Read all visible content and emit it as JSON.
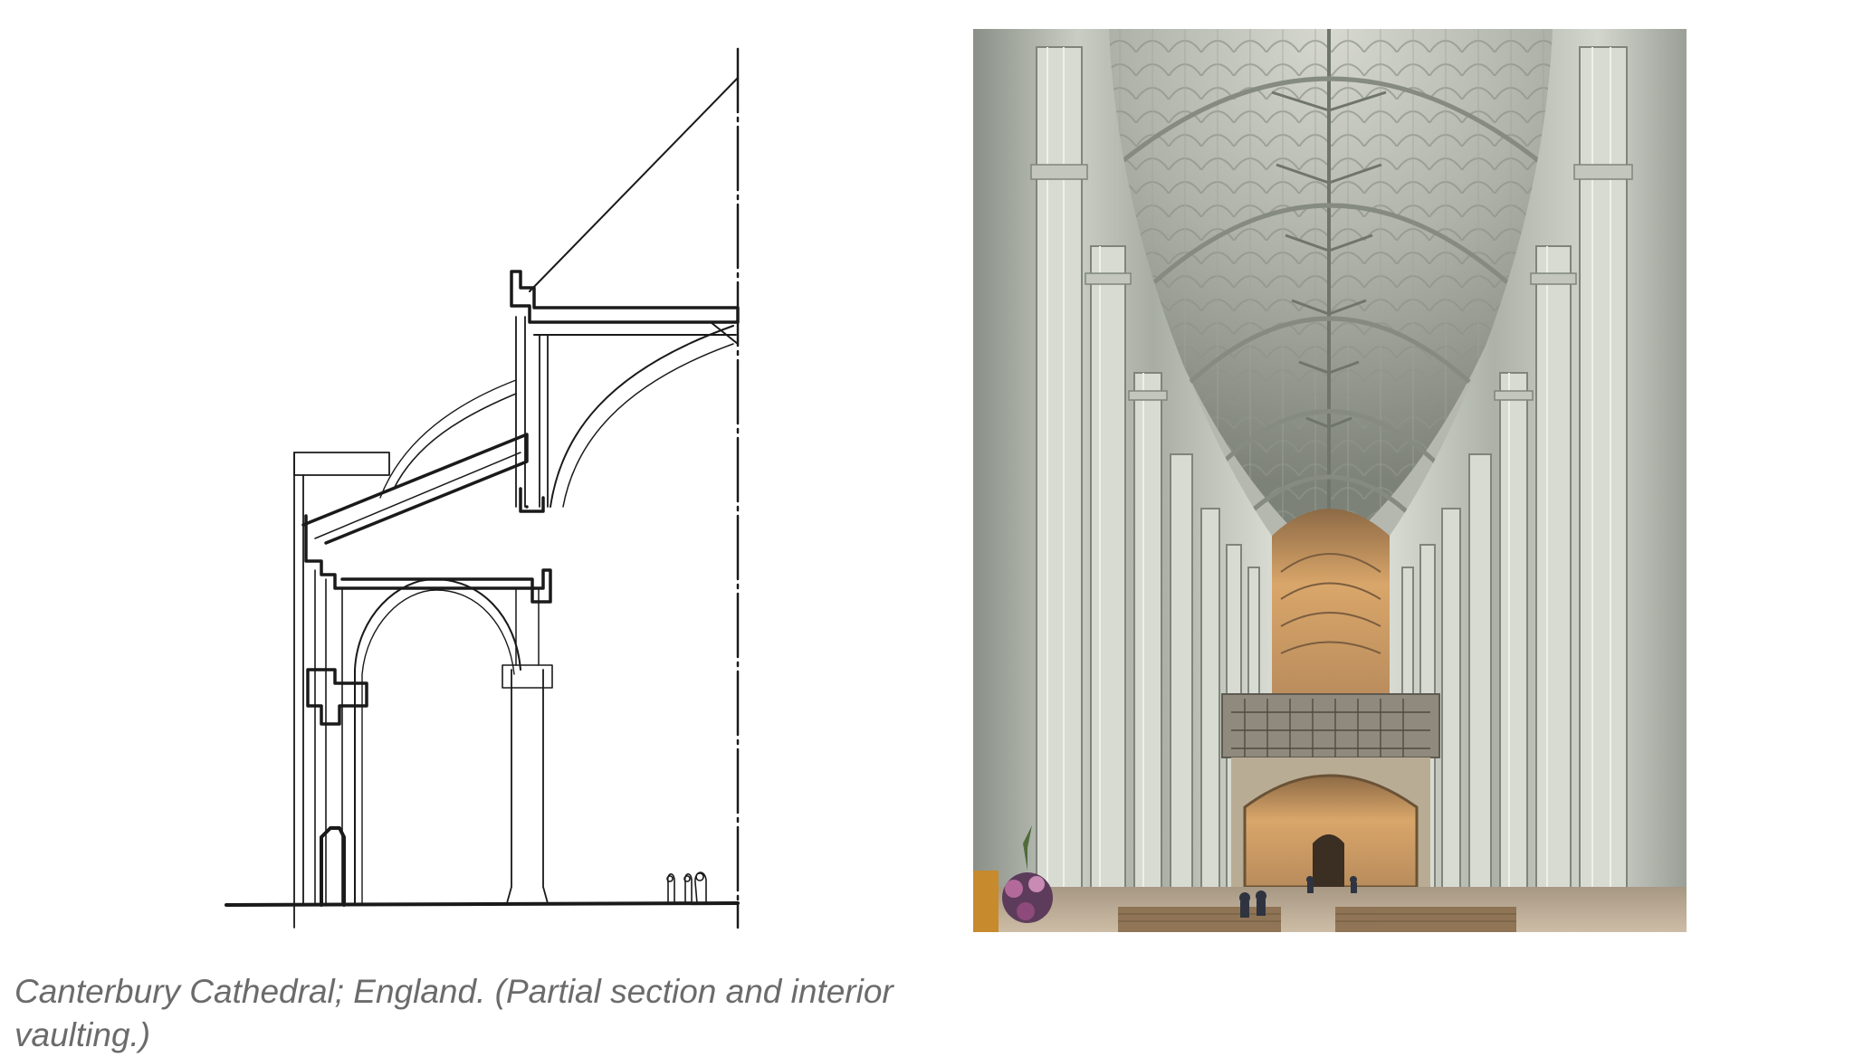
{
  "caption": "Canterbury Cathedral; England. (Partial section and interior vaulting.)",
  "colors": {
    "background": "#ffffff",
    "caption_text": "#6b6b6b",
    "sketch_ink": "#1a1a1a",
    "stone": "#b9bdb4",
    "stone_dark": "#7e847c",
    "warm_light": "#d9a66a"
  },
  "figures": [
    {
      "name": "section-sketch",
      "description": "pencil cross-section drawing"
    },
    {
      "name": "interior-photo",
      "description": "nave looking east toward choir screen"
    }
  ]
}
